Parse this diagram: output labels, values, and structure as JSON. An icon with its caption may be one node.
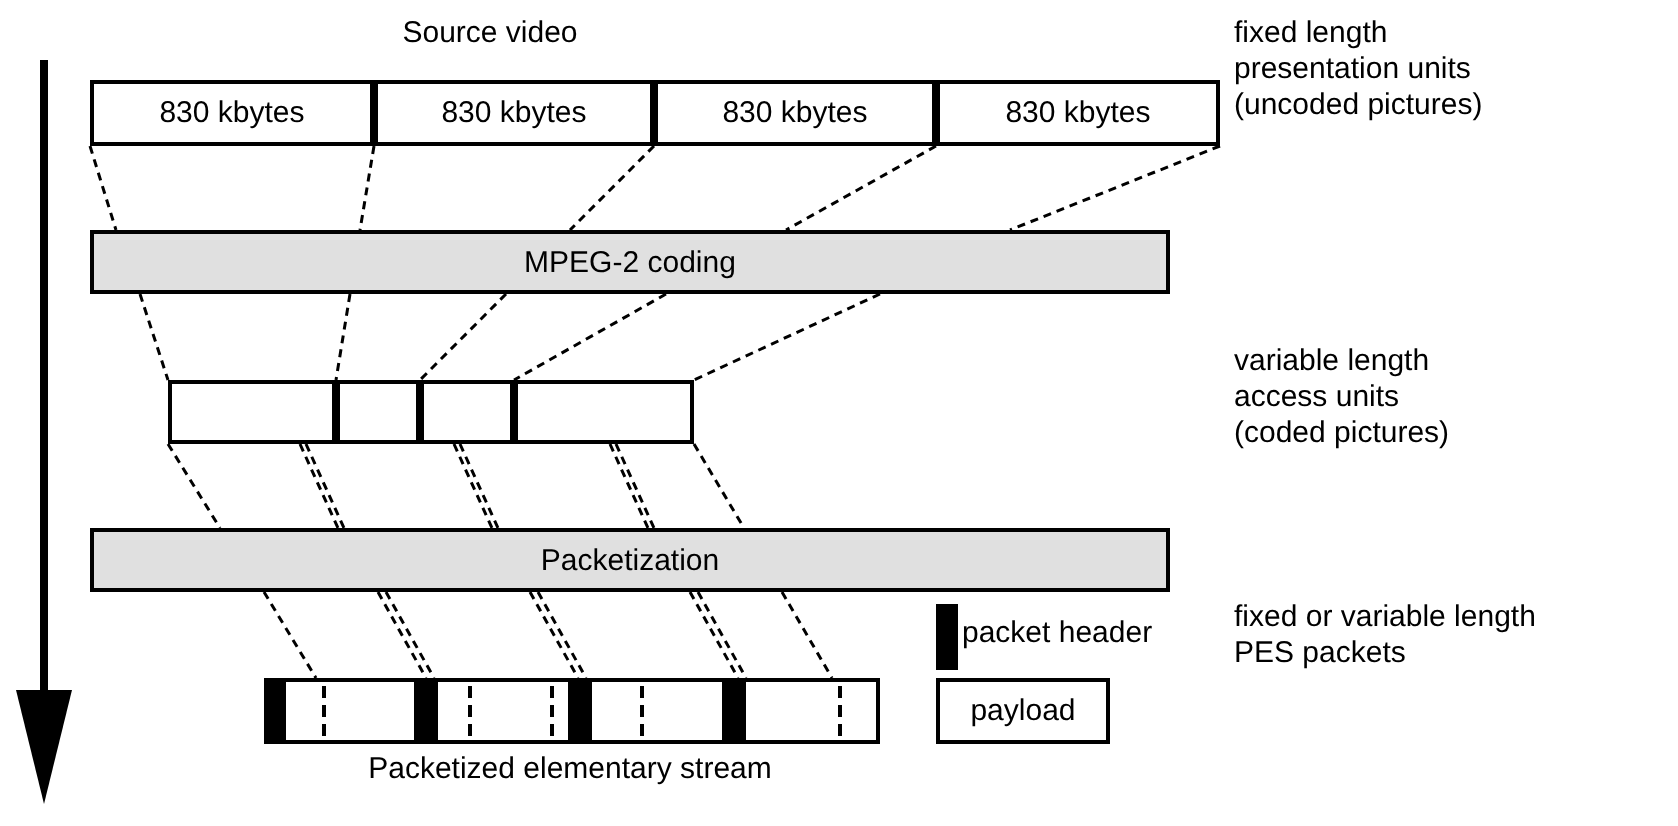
{
  "diagram": {
    "nodes": [
      {
        "text": [
          "830 kbytes"
        ]
      },
      {
        "text": [
          "830 kbytes"
        ]
      },
      {
        "text": [
          "830 kbytes"
        ]
      },
      {
        "text": [
          "830 kbytes"
        ]
      },
      {
        "text": [
          "MPEG-2 coding"
        ]
      },
      {
        "text": [],
        "shape": "box"
      },
      {
        "text": [],
        "shape": "box"
      },
      {
        "text": [],
        "shape": "box"
      },
      {
        "text": [],
        "shape": "box"
      },
      {
        "text": [
          "Packetization"
        ]
      },
      {
        "text": [],
        "shape": "box"
      },
      {
        "text": [],
        "shape": "box"
      },
      {
        "text": [],
        "shape": "box"
      },
      {
        "text": [],
        "shape": "box"
      }
    ],
    "edges": [],
    "labels": [
      "Source video",
      "fixed length presentation units (uncoded pictures)",
      "variable length access units (coded pictures)",
      "fixed or variable length PES packets",
      "Packetized elementary stream"
    ],
    "legend": [
      {
        "text": "packet header"
      },
      {
        "text": "payload"
      }
    ]
  }
}
